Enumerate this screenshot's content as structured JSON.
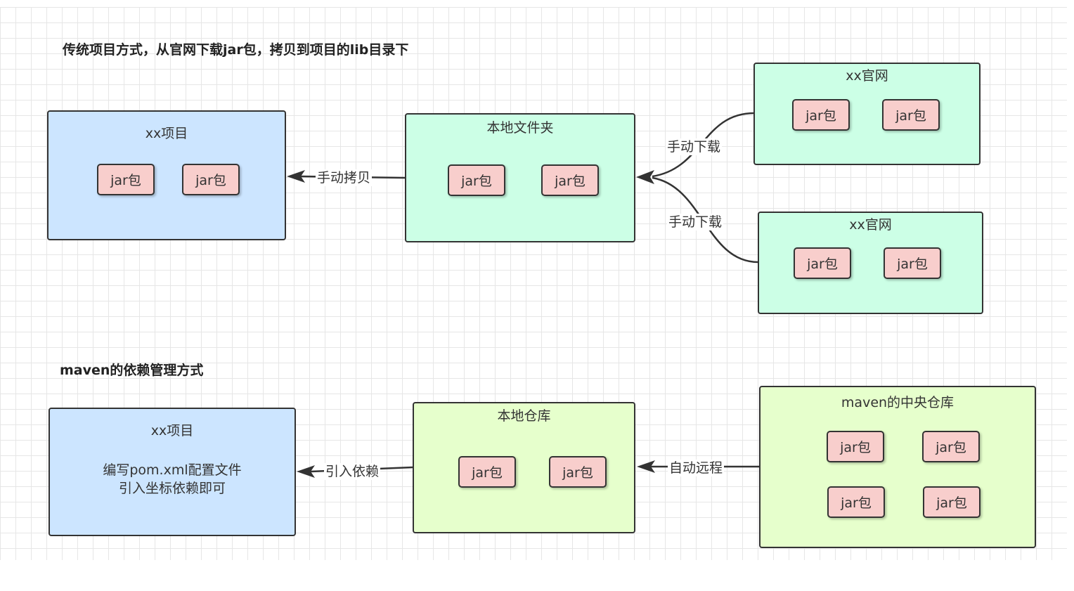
{
  "traditional": {
    "heading": "传统项目方式，从官网下载jar包，拷贝到项目的lib目录下",
    "project": {
      "title": "xx项目",
      "jars": [
        "jar包",
        "jar包"
      ]
    },
    "local_folder": {
      "title": "本地文件夹",
      "jars": [
        "jar包",
        "jar包"
      ]
    },
    "site_top": {
      "title": "xx官网",
      "jars": [
        "jar包",
        "jar包"
      ]
    },
    "site_bottom": {
      "title": "xx官网",
      "jars": [
        "jar包",
        "jar包"
      ]
    },
    "edge_copy": "手动拷贝",
    "edge_download_top": "手动下载",
    "edge_download_bottom": "手动下载"
  },
  "maven": {
    "heading": "maven的依赖管理方式",
    "project": {
      "title": "xx项目",
      "desc_line1": "编写pom.xml配置文件",
      "desc_line2": "引入坐标依赖即可"
    },
    "local_repo": {
      "title": "本地仓库",
      "jars": [
        "jar包",
        "jar包"
      ]
    },
    "central_repo": {
      "title": "maven的中央仓库",
      "jars": [
        "jar包",
        "jar包",
        "jar包",
        "jar包"
      ]
    },
    "edge_import": "引入依赖",
    "edge_remote": "自动远程"
  },
  "colors": {
    "project_fill": "#cce5ff",
    "local_fill": "#ccffe6",
    "maven_fill": "#e6ffcc",
    "jar_fill": "#f8cecc",
    "stroke": "#333333"
  }
}
